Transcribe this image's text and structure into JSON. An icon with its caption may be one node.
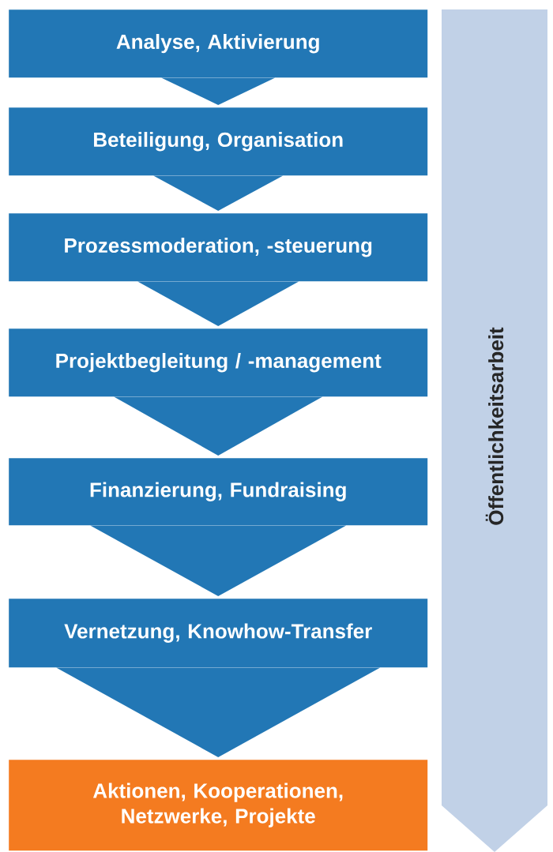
{
  "diagram": {
    "nodes": [
      {
        "text": [
          "Analyse, Aktivierung"
        ]
      },
      {
        "text": [
          "Beteiligung, Organisation"
        ]
      },
      {
        "text": [
          "Prozessmoderation, -steuerung"
        ]
      },
      {
        "text": [
          "Projektbegleitung / -management"
        ]
      },
      {
        "text": [
          "Finanzierung, Fundraising"
        ]
      },
      {
        "text": [
          "Vernetzung, Knowhow-Transfer"
        ]
      },
      {
        "text": [
          "Aktionen, Kooperationen, Netzwerke, Projekte"
        ]
      },
      {
        "text": [
          "Öffentlichkeitsarbeit"
        ]
      }
    ],
    "edges": [
      {
        "from": 0,
        "to": 1,
        "arrow": "to"
      },
      {
        "from": 1,
        "to": 2,
        "arrow": "to"
      },
      {
        "from": 2,
        "to": 3,
        "arrow": "to"
      },
      {
        "from": 3,
        "to": 4,
        "arrow": "to"
      },
      {
        "from": 4,
        "to": 5,
        "arrow": "to"
      },
      {
        "from": 5,
        "to": 6,
        "arrow": "to"
      }
    ]
  }
}
